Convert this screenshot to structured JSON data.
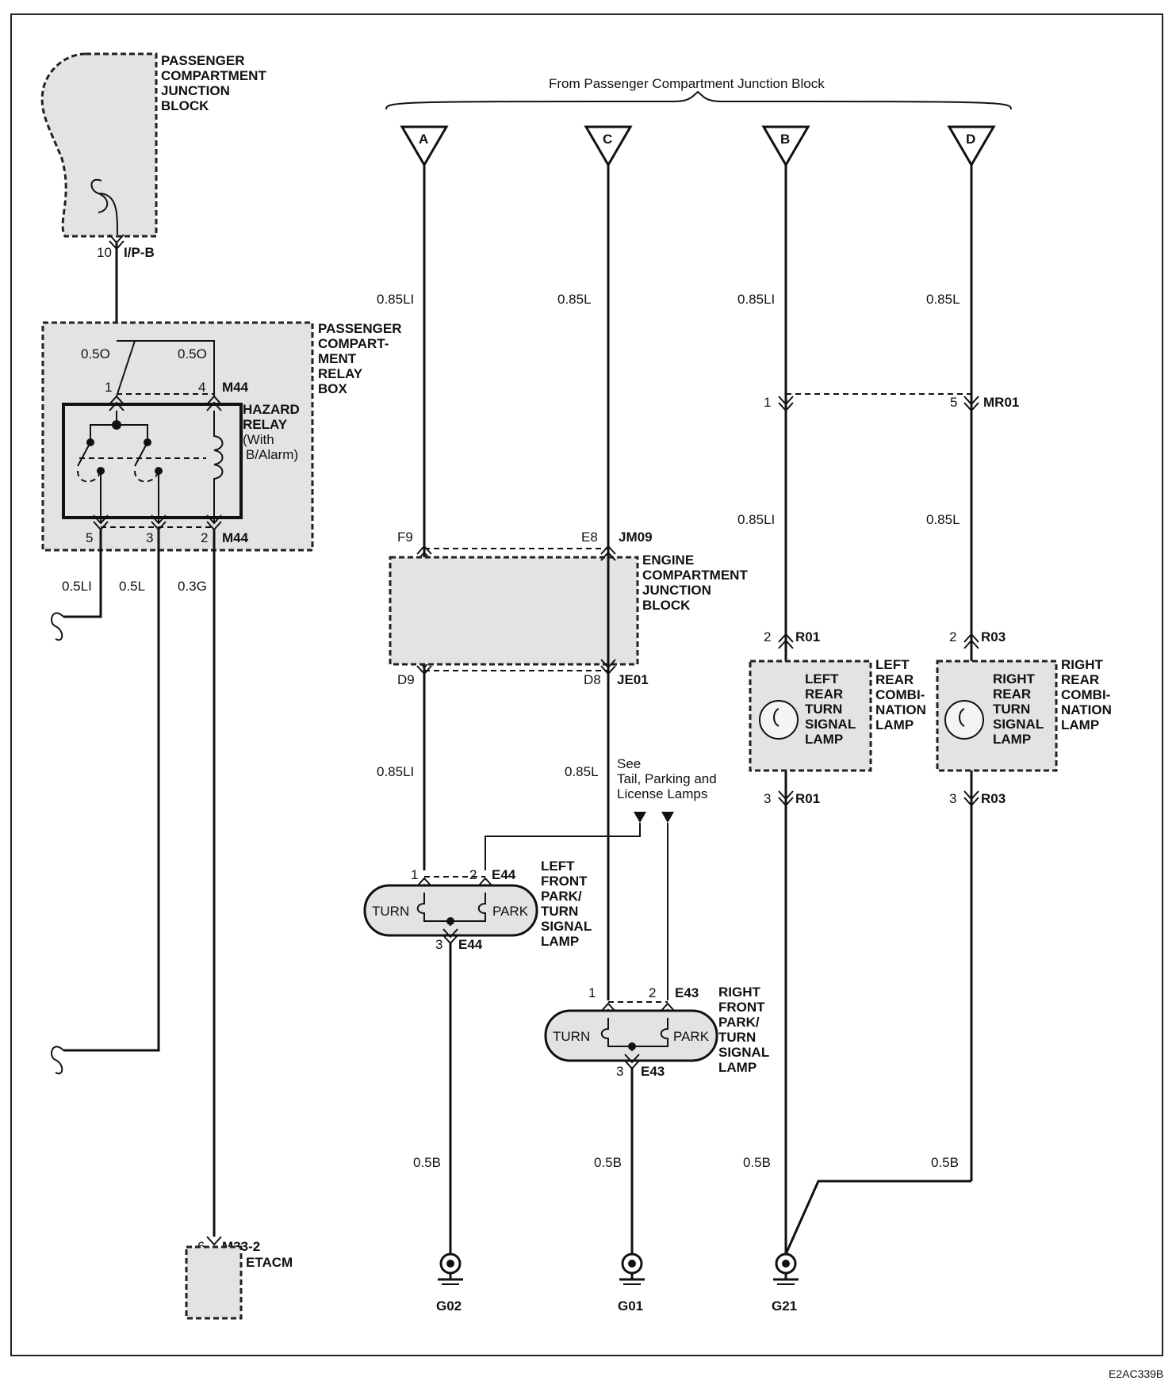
{
  "header": "From Passenger Compartment Junction Block",
  "figure_id": "E2AC339B",
  "blocks": {
    "pcjb": [
      "PASSENGER",
      "COMPARTMENT",
      "JUNCTION",
      "BLOCK"
    ],
    "pcrb": [
      "PASSENGER",
      "COMPART-",
      "MENT",
      "RELAY",
      "BOX"
    ],
    "hazard": [
      "HAZARD",
      "RELAY"
    ],
    "hazard_sub": [
      "(With",
      "B/Alarm)"
    ],
    "ecjb": [
      "ENGINE",
      "COMPARTMENT",
      "JUNCTION",
      "BLOCK"
    ],
    "lrc_inner": [
      "LEFT",
      "REAR",
      "TURN",
      "SIGNAL",
      "LAMP"
    ],
    "lrc_outer": [
      "LEFT",
      "REAR",
      "COMBI-",
      "NATION",
      "LAMP"
    ],
    "rrc_inner": [
      "RIGHT",
      "REAR",
      "TURN",
      "SIGNAL",
      "LAMP"
    ],
    "rrc_outer": [
      "RIGHT",
      "REAR",
      "COMBI-",
      "NATION",
      "LAMP"
    ],
    "lfp": [
      "LEFT",
      "FRONT",
      "PARK/",
      "TURN",
      "SIGNAL",
      "LAMP"
    ],
    "rfp": [
      "RIGHT",
      "FRONT",
      "PARK/",
      "TURN",
      "SIGNAL",
      "LAMP"
    ],
    "etacm": "ETACM",
    "turn": "TURN",
    "park": "PARK",
    "see_note": [
      "See",
      "Tail, Parking and",
      "License Lamps"
    ]
  },
  "terminals": {
    "a": "A",
    "c": "C",
    "b": "B",
    "d": "D"
  },
  "connectors": {
    "ipb": "I/P-B",
    "m44": "M44",
    "jm09": "JM09",
    "je01": "JE01",
    "mr01": "MR01",
    "r01": "R01",
    "r03": "R03",
    "e44": "E44",
    "e43": "E43",
    "m332": "M33-2"
  },
  "pins": {
    "p10": "10",
    "p1": "1",
    "p2": "2",
    "p3": "3",
    "p4": "4",
    "p5": "5",
    "p6": "6",
    "f9": "F9",
    "e8": "E8",
    "d9": "D9",
    "d8": "D8"
  },
  "wires": {
    "w05o": "0.5O",
    "w05li": "0.5LI",
    "w05l": "0.5L",
    "w03g": "0.3G",
    "w085li": "0.85LI",
    "w085l": "0.85L",
    "w05b": "0.5B"
  },
  "grounds": {
    "g02": "G02",
    "g01": "G01",
    "g21": "G21"
  }
}
